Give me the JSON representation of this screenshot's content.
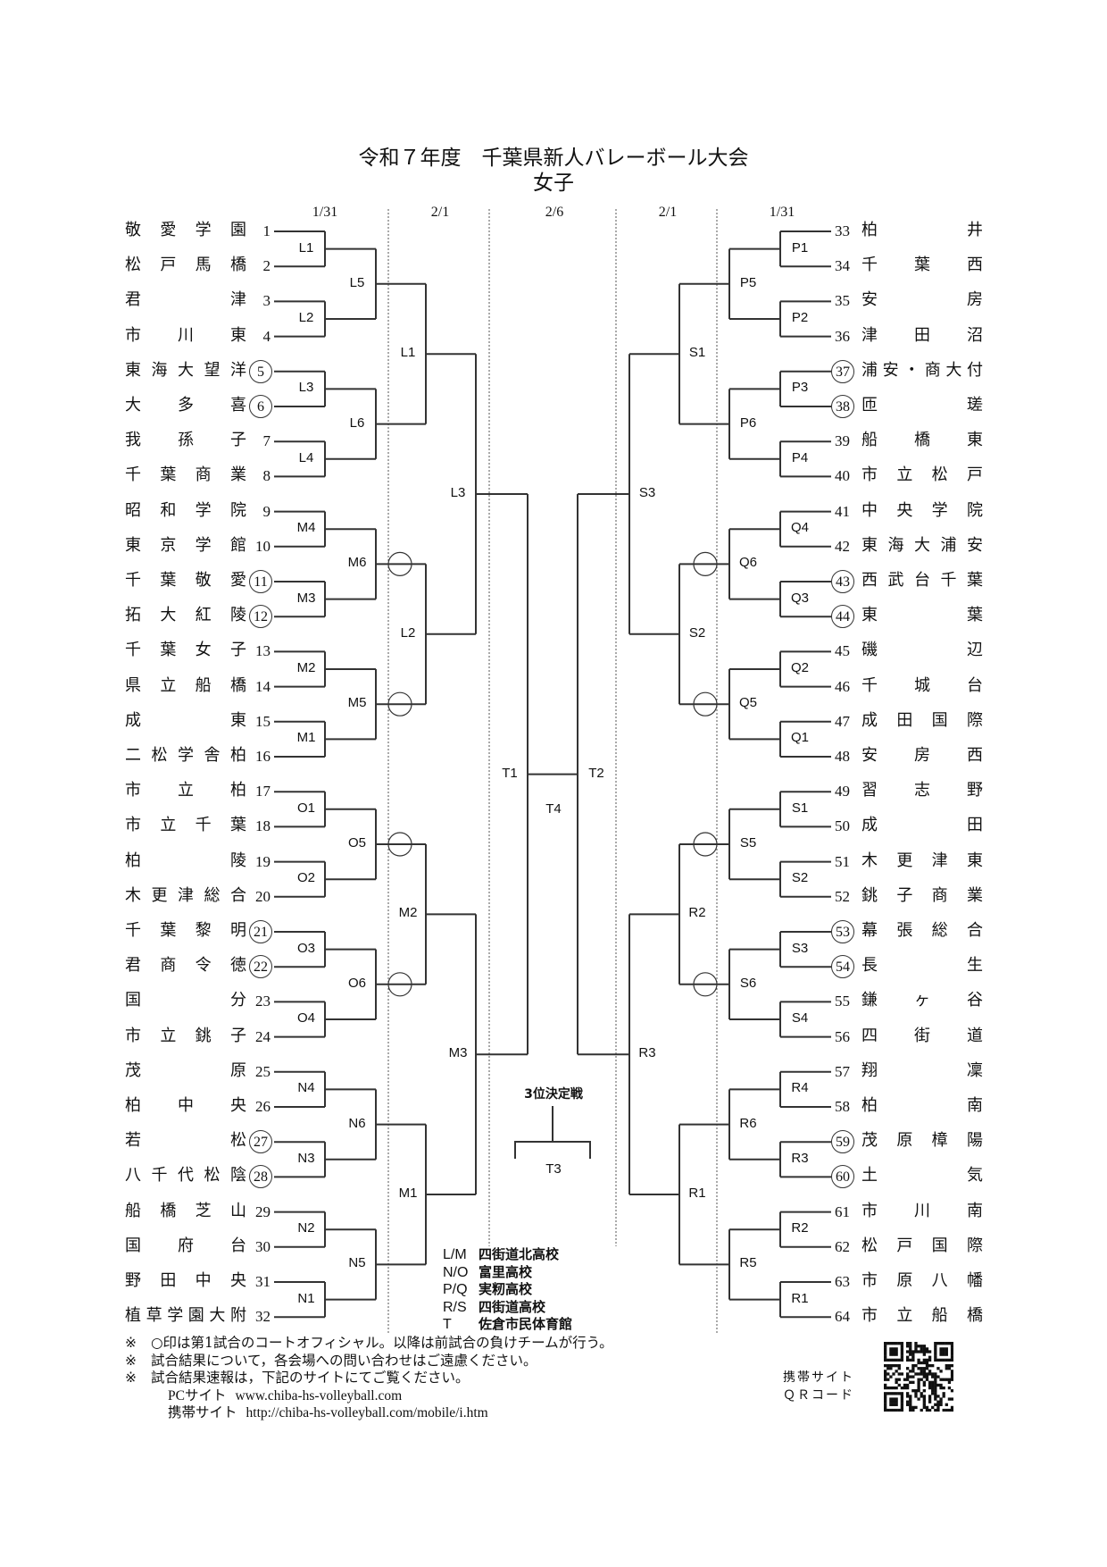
{
  "header": {
    "title": "令和７年度　千葉県新人バレーボール大会",
    "subtitle": "女子"
  },
  "dates": {
    "left_r1": "1/31",
    "left_r2": "2/1",
    "center": "2/6",
    "right_r2": "2/1",
    "right_r1": "1/31"
  },
  "left_teams": [
    {
      "no": "1",
      "name": "敬愛学園",
      "circled": false
    },
    {
      "no": "2",
      "name": "松戸馬橋",
      "circled": false
    },
    {
      "no": "3",
      "name": "君津",
      "circled": false
    },
    {
      "no": "4",
      "name": "市川東",
      "circled": false
    },
    {
      "no": "5",
      "name": "東海大望洋",
      "circled": true
    },
    {
      "no": "6",
      "name": "大多喜",
      "circled": true
    },
    {
      "no": "7",
      "name": "我孫子",
      "circled": false
    },
    {
      "no": "8",
      "name": "千葉商業",
      "circled": false
    },
    {
      "no": "9",
      "name": "昭和学院",
      "circled": false
    },
    {
      "no": "10",
      "name": "東京学館",
      "circled": false
    },
    {
      "no": "11",
      "name": "千葉敬愛",
      "circled": true
    },
    {
      "no": "12",
      "name": "拓大紅陵",
      "circled": true
    },
    {
      "no": "13",
      "name": "千葉女子",
      "circled": false
    },
    {
      "no": "14",
      "name": "県立船橋",
      "circled": false
    },
    {
      "no": "15",
      "name": "成東",
      "circled": false
    },
    {
      "no": "16",
      "name": "二松学舎柏",
      "circled": false
    },
    {
      "no": "17",
      "name": "市立柏",
      "circled": false
    },
    {
      "no": "18",
      "name": "市立千葉",
      "circled": false
    },
    {
      "no": "19",
      "name": "柏陵",
      "circled": false
    },
    {
      "no": "20",
      "name": "木更津総合",
      "circled": false
    },
    {
      "no": "21",
      "name": "千葉黎明",
      "circled": true
    },
    {
      "no": "22",
      "name": "君商令徳",
      "circled": true
    },
    {
      "no": "23",
      "name": "国分",
      "circled": false
    },
    {
      "no": "24",
      "name": "市立銚子",
      "circled": false
    },
    {
      "no": "25",
      "name": "茂原",
      "circled": false
    },
    {
      "no": "26",
      "name": "柏中央",
      "circled": false
    },
    {
      "no": "27",
      "name": "若松",
      "circled": true
    },
    {
      "no": "28",
      "name": "八千代松陰",
      "circled": true
    },
    {
      "no": "29",
      "name": "船橋芝山",
      "circled": false
    },
    {
      "no": "30",
      "name": "国府台",
      "circled": false
    },
    {
      "no": "31",
      "name": "野田中央",
      "circled": false
    },
    {
      "no": "32",
      "name": "植草学園大附",
      "circled": false
    }
  ],
  "right_teams": [
    {
      "no": "33",
      "name": "柏井",
      "circled": false
    },
    {
      "no": "34",
      "name": "千葉西",
      "circled": false
    },
    {
      "no": "35",
      "name": "安房",
      "circled": false
    },
    {
      "no": "36",
      "name": "津田沼",
      "circled": false
    },
    {
      "no": "37",
      "name": "浦安・商大付",
      "circled": true
    },
    {
      "no": "38",
      "name": "匝瑳",
      "circled": true
    },
    {
      "no": "39",
      "name": "船橋東",
      "circled": false
    },
    {
      "no": "40",
      "name": "市立松戸",
      "circled": false
    },
    {
      "no": "41",
      "name": "中央学院",
      "circled": false
    },
    {
      "no": "42",
      "name": "東海大浦安",
      "circled": false
    },
    {
      "no": "43",
      "name": "西武台千葉",
      "circled": true
    },
    {
      "no": "44",
      "name": "東葉",
      "circled": true
    },
    {
      "no": "45",
      "name": "磯辺",
      "circled": false
    },
    {
      "no": "46",
      "name": "千城台",
      "circled": false
    },
    {
      "no": "47",
      "name": "成田国際",
      "circled": false
    },
    {
      "no": "48",
      "name": "安房西",
      "circled": false
    },
    {
      "no": "49",
      "name": "習志野",
      "circled": false
    },
    {
      "no": "50",
      "name": "成田",
      "circled": false
    },
    {
      "no": "51",
      "name": "木更津東",
      "circled": false
    },
    {
      "no": "52",
      "name": "銚子商業",
      "circled": false
    },
    {
      "no": "53",
      "name": "幕張総合",
      "circled": true
    },
    {
      "no": "54",
      "name": "長生",
      "circled": true
    },
    {
      "no": "55",
      "name": "鎌ヶ谷",
      "circled": false
    },
    {
      "no": "56",
      "name": "四街道",
      "circled": false
    },
    {
      "no": "57",
      "name": "翔凜",
      "circled": false
    },
    {
      "no": "58",
      "name": "柏南",
      "circled": false
    },
    {
      "no": "59",
      "name": "茂原樟陽",
      "circled": true
    },
    {
      "no": "60",
      "name": "土気",
      "circled": true
    },
    {
      "no": "61",
      "name": "市川南",
      "circled": false
    },
    {
      "no": "62",
      "name": "松戸国際",
      "circled": false
    },
    {
      "no": "63",
      "name": "市原八幡",
      "circled": false
    },
    {
      "no": "64",
      "name": "市立船橋",
      "circled": false
    }
  ],
  "left_matches": [
    [
      "L1",
      "L2",
      "L3",
      "L4",
      "M4",
      "M3",
      "M2",
      "M1",
      "O1",
      "O2",
      "O3",
      "O4",
      "N4",
      "N3",
      "N2",
      "N1"
    ],
    [
      "L5",
      "L6",
      "M6",
      "M5",
      "O5",
      "O6",
      "N6",
      "N5"
    ],
    [
      "L1",
      "L2",
      "M2",
      "M1"
    ],
    [
      "L3",
      "M3"
    ],
    [
      "T1"
    ]
  ],
  "right_matches": [
    [
      "P1",
      "P2",
      "P3",
      "P4",
      "Q4",
      "Q3",
      "Q2",
      "Q1",
      "S1",
      "S2",
      "S3",
      "S4",
      "R4",
      "R3",
      "R2",
      "R1"
    ],
    [
      "P5",
      "P6",
      "Q6",
      "Q5",
      "S5",
      "S6",
      "R6",
      "R5"
    ],
    [
      "S1",
      "S2",
      "R2",
      "R1"
    ],
    [
      "S3",
      "R3"
    ],
    [
      "T2"
    ]
  ],
  "official_circle_matches": {
    "left": [
      "M6",
      "M5",
      "O5",
      "O6"
    ],
    "right": [
      "Q6",
      "Q5",
      "S5",
      "S6"
    ]
  },
  "final": {
    "label": "T4"
  },
  "third_place": {
    "title": "3位決定戦",
    "label": "T3"
  },
  "venues": [
    {
      "key": "L/M",
      "venue": "四街道北高校"
    },
    {
      "key": "N/O",
      "venue": "富里高校"
    },
    {
      "key": "P/Q",
      "venue": "実籾高校"
    },
    {
      "key": "R/S",
      "venue": "四街道高校"
    },
    {
      "key": "T",
      "venue": "佐倉市民体育館"
    }
  ],
  "notes": {
    "mark": "※",
    "lines": [
      "○印は第1試合のコートオフィシャル。以降は前試合の負けチームが行う。",
      "試合結果について，各会場への問い合わせはご遠慮ください。",
      "試合結果速報は，下記のサイトにてご覧ください。"
    ],
    "pc_label": "PCサイト",
    "pc_url": "www.chiba-hs-volleyball.com",
    "mobile_label": "携帯サイト",
    "mobile_url": "http://chiba-hs-volleyball.com/mobile/i.htm"
  },
  "qr": {
    "label_line1": "携帯サイト",
    "label_line2": "ＱＲコード"
  }
}
